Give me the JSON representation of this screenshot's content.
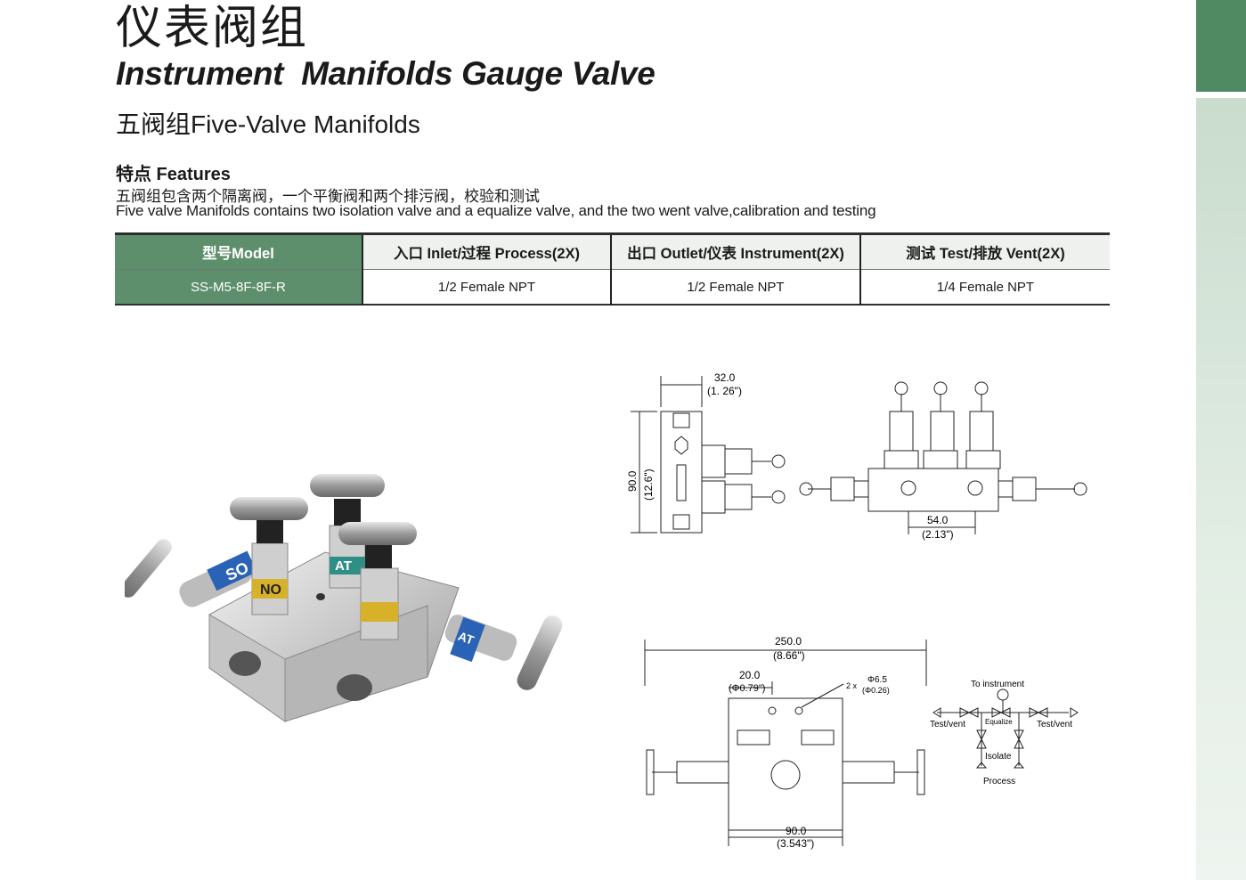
{
  "header": {
    "title_cn": "仪表阀组",
    "title_en": "Instrument  Manifolds Gauge Valve",
    "subtitle_cn": "五阀组",
    "subtitle_en": "Five-Valve Manifolds"
  },
  "features": {
    "heading": "特点 Features",
    "text_cn": "五阀组包含两个隔离阀，一个平衡阀和两个排污阀，校验和测试",
    "text_en": "Five valve Manifolds contains two isolation valve and a equalize valve, and the two went valve,calibration and testing"
  },
  "table": {
    "headers": [
      "型号Model",
      "入口 Inlet/过程 Process(2X)",
      "出口 Outlet/仪表 Instrument(2X)",
      "测试 Test/排放 Vent(2X)"
    ],
    "rows": [
      [
        "SS-M5-8F-8F-R",
        "1/2  Female NPT",
        "1/2 Female NPT",
        "1/4 Female NPT"
      ]
    ]
  },
  "photo": {
    "label_blue_1": "SO",
    "label_yellow": "NO",
    "label_teal": "AT",
    "label_blue_2": "AT"
  },
  "drawing_side": {
    "width_mm": "32.0",
    "width_in": "(1. 26\")",
    "height_mm": "90.0",
    "height_in": "(12.6\")"
  },
  "drawing_front": {
    "dim_mm": "54.0",
    "dim_in": "(2.13\")"
  },
  "drawing_top": {
    "overall_mm": "250.0",
    "overall_in": "(8.66\")",
    "hole_pitch_mm": "20.0",
    "hole_pitch_in": "(Φ0.79\")",
    "hole_count": "2 x",
    "hole_dia_mm": "Φ6.5",
    "hole_dia_in": "(Φ0.26)",
    "body_mm": "90.0",
    "body_in": "(3.543\")"
  },
  "schematic": {
    "to_instrument": "To instrument",
    "test_vent_left": "Test/vent",
    "equalize": "Equalize",
    "test_vent_right": "Test/vent",
    "isolate": "Isolate",
    "process": "Process"
  },
  "colors": {
    "accent_green": "#5e8f6d",
    "side_tab": "#4f8a62"
  }
}
